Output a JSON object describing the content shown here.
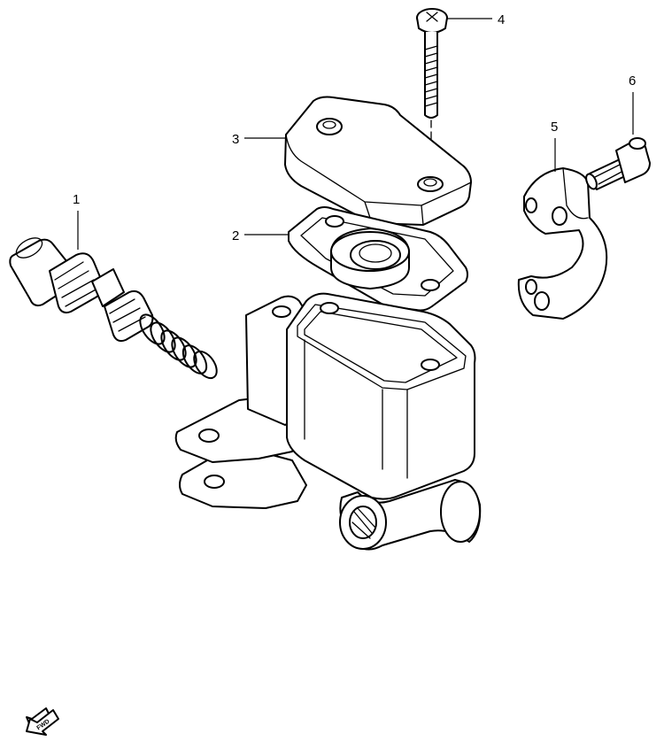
{
  "parts": [
    {
      "ref": "1"
    },
    {
      "ref": "2"
    },
    {
      "ref": "3"
    },
    {
      "ref": "4"
    },
    {
      "ref": "5"
    },
    {
      "ref": "6"
    }
  ],
  "direction_badge": {
    "label": "FWD"
  }
}
